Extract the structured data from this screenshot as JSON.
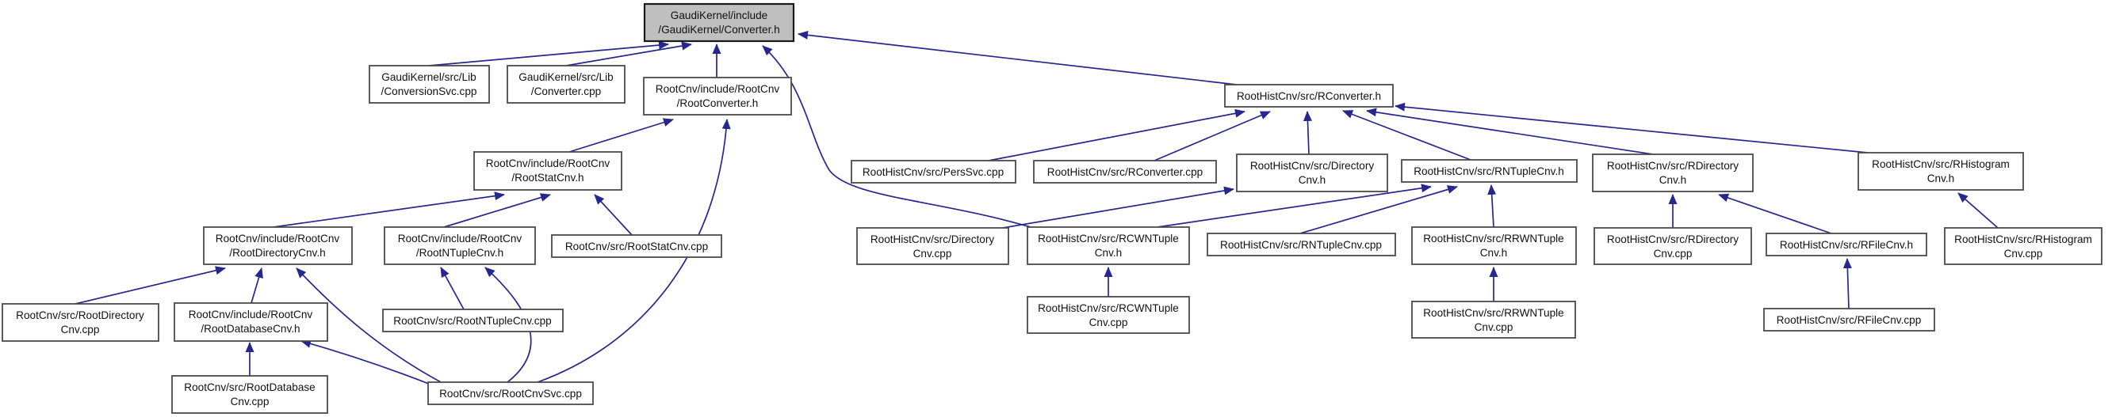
{
  "diagram": {
    "type": "include-dependency-graph",
    "root_file": "GaudiKernel/include/GaudiKernel/Converter.h",
    "background_color": "#ffffff",
    "edge_color": "#26268f",
    "root_node_fill": "#bfbfbf",
    "node_fill": "#ffffff",
    "node_border_color": "#4a4a4a"
  },
  "nodes": {
    "n1": {
      "line1": "GaudiKernel/include",
      "line2": "/GaudiKernel/Converter.h"
    },
    "n2": {
      "line1": "GaudiKernel/src/Lib",
      "line2": "/ConversionSvc.cpp"
    },
    "n3": {
      "line1": "GaudiKernel/src/Lib",
      "line2": "/Converter.cpp"
    },
    "n4": {
      "line1": "RootCnv/include/RootCnv",
      "line2": "/RootConverter.h"
    },
    "n5": {
      "line1": "RootHistCnv/src/RConverter.h"
    },
    "n6": {
      "line1": "RootCnv/include/RootCnv",
      "line2": "/RootStatCnv.h"
    },
    "n7": {
      "line1": "RootCnv/include/RootCnv",
      "line2": "/RootDirectoryCnv.h"
    },
    "n8": {
      "line1": "RootCnv/include/RootCnv",
      "line2": "/RootNTupleCnv.h"
    },
    "n9": {
      "line1": "RootCnv/src/RootStatCnv.cpp"
    },
    "n10": {
      "line1": "RootCnv/src/RootDirectory",
      "line2": "Cnv.cpp"
    },
    "n11": {
      "line1": "RootCnv/include/RootCnv",
      "line2": "/RootDatabaseCnv.h"
    },
    "n12": {
      "line1": "RootCnv/src/RootNTupleCnv.cpp"
    },
    "n13": {
      "line1": "RootCnv/src/RootDatabase",
      "line2": "Cnv.cpp"
    },
    "n14": {
      "line1": "RootCnv/src/RootCnvSvc.cpp"
    },
    "n15": {
      "line1": "RootHistCnv/src/PersSvc.cpp"
    },
    "n16": {
      "line1": "RootHistCnv/src/RConverter.cpp"
    },
    "n17": {
      "line1": "RootHistCnv/src/Directory",
      "line2": "Cnv.h"
    },
    "n18": {
      "line1": "RootHistCnv/src/RNTupleCnv.h"
    },
    "n19": {
      "line1": "RootHistCnv/src/RDirectory",
      "line2": "Cnv.h"
    },
    "n20": {
      "line1": "RootHistCnv/src/RHistogram",
      "line2": "Cnv.h"
    },
    "n21": {
      "line1": "RootHistCnv/src/Directory",
      "line2": "Cnv.cpp"
    },
    "n22": {
      "line1": "RootHistCnv/src/RCWNTuple",
      "line2": "Cnv.h"
    },
    "n23": {
      "line1": "RootHistCnv/src/RNTupleCnv.cpp"
    },
    "n24": {
      "line1": "RootHistCnv/src/RRWNTuple",
      "line2": "Cnv.h"
    },
    "n25": {
      "line1": "RootHistCnv/src/RDirectory",
      "line2": "Cnv.cpp"
    },
    "n26": {
      "line1": "RootHistCnv/src/RFileCnv.h"
    },
    "n27": {
      "line1": "RootHistCnv/src/RHistogram",
      "line2": "Cnv.cpp"
    },
    "n28": {
      "line1": "RootHistCnv/src/RCWNTuple",
      "line2": "Cnv.cpp"
    },
    "n29": {
      "line1": "RootHistCnv/src/RRWNTuple",
      "line2": "Cnv.cpp"
    },
    "n30": {
      "line1": "RootHistCnv/src/RFileCnv.cpp"
    }
  },
  "edges": [
    {
      "from": "GaudiKernel/src/Lib/ConversionSvc.cpp",
      "to": "GaudiKernel/include/GaudiKernel/Converter.h"
    },
    {
      "from": "GaudiKernel/src/Lib/Converter.cpp",
      "to": "GaudiKernel/include/GaudiKernel/Converter.h"
    },
    {
      "from": "RootCnv/include/RootCnv/RootConverter.h",
      "to": "GaudiKernel/include/GaudiKernel/Converter.h"
    },
    {
      "from": "RootHistCnv/src/RCWNTupleCnv.h",
      "to": "GaudiKernel/include/GaudiKernel/Converter.h"
    },
    {
      "from": "RootHistCnv/src/RConverter.h",
      "to": "GaudiKernel/include/GaudiKernel/Converter.h"
    },
    {
      "from": "RootCnv/include/RootCnv/RootStatCnv.h",
      "to": "RootCnv/include/RootCnv/RootConverter.h"
    },
    {
      "from": "RootCnv/src/RootCnvSvc.cpp",
      "to": "RootCnv/include/RootCnv/RootConverter.h"
    },
    {
      "from": "RootCnv/include/RootCnv/RootDirectoryCnv.h",
      "to": "RootCnv/include/RootCnv/RootStatCnv.h"
    },
    {
      "from": "RootCnv/include/RootCnv/RootNTupleCnv.h",
      "to": "RootCnv/include/RootCnv/RootStatCnv.h"
    },
    {
      "from": "RootCnv/src/RootStatCnv.cpp",
      "to": "RootCnv/include/RootCnv/RootStatCnv.h"
    },
    {
      "from": "RootCnv/src/RootDirectoryCnv.cpp",
      "to": "RootCnv/include/RootCnv/RootDirectoryCnv.h"
    },
    {
      "from": "RootCnv/include/RootCnv/RootDatabaseCnv.h",
      "to": "RootCnv/include/RootCnv/RootDirectoryCnv.h"
    },
    {
      "from": "RootCnv/src/RootCnvSvc.cpp",
      "to": "RootCnv/include/RootCnv/RootDirectoryCnv.h"
    },
    {
      "from": "RootCnv/src/RootNTupleCnv.cpp",
      "to": "RootCnv/include/RootCnv/RootNTupleCnv.h"
    },
    {
      "from": "RootCnv/src/RootCnvSvc.cpp",
      "to": "RootCnv/include/RootCnv/RootNTupleCnv.h"
    },
    {
      "from": "RootCnv/src/RootDatabaseCnv.cpp",
      "to": "RootCnv/include/RootCnv/RootDatabaseCnv.h"
    },
    {
      "from": "RootCnv/src/RootCnvSvc.cpp",
      "to": "RootCnv/include/RootCnv/RootDatabaseCnv.h"
    },
    {
      "from": "RootHistCnv/src/PersSvc.cpp",
      "to": "RootHistCnv/src/RConverter.h"
    },
    {
      "from": "RootHistCnv/src/RConverter.cpp",
      "to": "RootHistCnv/src/RConverter.h"
    },
    {
      "from": "RootHistCnv/src/DirectoryCnv.h",
      "to": "RootHistCnv/src/RConverter.h"
    },
    {
      "from": "RootHistCnv/src/RNTupleCnv.h",
      "to": "RootHistCnv/src/RConverter.h"
    },
    {
      "from": "RootHistCnv/src/RDirectoryCnv.h",
      "to": "RootHistCnv/src/RConverter.h"
    },
    {
      "from": "RootHistCnv/src/RHistogramCnv.h",
      "to": "RootHistCnv/src/RConverter.h"
    },
    {
      "from": "RootHistCnv/src/DirectoryCnv.cpp",
      "to": "RootHistCnv/src/DirectoryCnv.h"
    },
    {
      "from": "RootHistCnv/src/RCWNTupleCnv.h",
      "to": "RootHistCnv/src/RNTupleCnv.h"
    },
    {
      "from": "RootHistCnv/src/RNTupleCnv.cpp",
      "to": "RootHistCnv/src/RNTupleCnv.h"
    },
    {
      "from": "RootHistCnv/src/RRWNTupleCnv.h",
      "to": "RootHistCnv/src/RNTupleCnv.h"
    },
    {
      "from": "RootHistCnv/src/RCWNTupleCnv.cpp",
      "to": "RootHistCnv/src/RCWNTupleCnv.h"
    },
    {
      "from": "RootHistCnv/src/RRWNTupleCnv.cpp",
      "to": "RootHistCnv/src/RRWNTupleCnv.h"
    },
    {
      "from": "RootHistCnv/src/RDirectoryCnv.cpp",
      "to": "RootHistCnv/src/RDirectoryCnv.h"
    },
    {
      "from": "RootHistCnv/src/RFileCnv.h",
      "to": "RootHistCnv/src/RDirectoryCnv.h"
    },
    {
      "from": "RootHistCnv/src/RFileCnv.cpp",
      "to": "RootHistCnv/src/RFileCnv.h"
    },
    {
      "from": "RootHistCnv/src/RHistogramCnv.cpp",
      "to": "RootHistCnv/src/RHistogramCnv.h"
    }
  ]
}
